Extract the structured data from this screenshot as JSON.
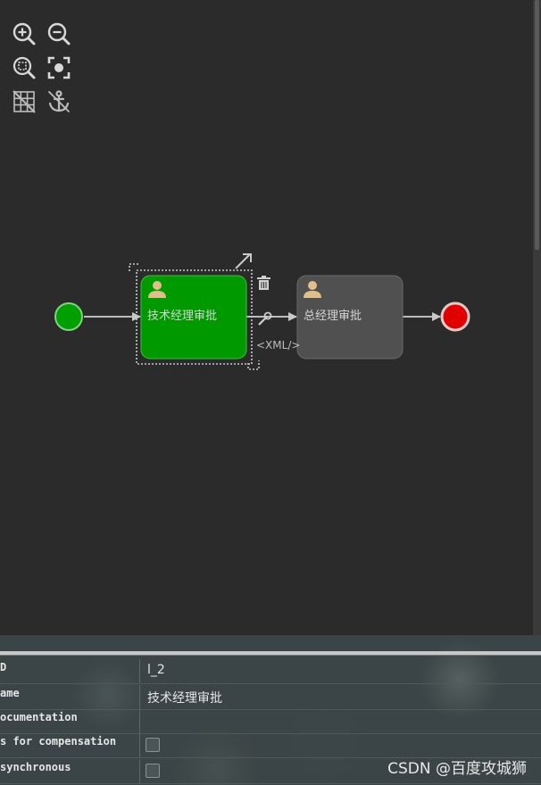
{
  "toolbar": {
    "zoom_in": "zoom-in-icon",
    "zoom_out": "zoom-out-icon",
    "zoom_actual": "zoom-actual-icon",
    "zoom_fit": "zoom-fit-icon",
    "grid": "grid-icon",
    "anchor": "anchor-icon"
  },
  "diagram": {
    "task1": {
      "label": "技术经理审批",
      "fill": "#009a00",
      "selected": true
    },
    "task2": {
      "label": "总经理审批",
      "fill": "#505050"
    },
    "start_event": {
      "color": "#00a000"
    },
    "end_event": {
      "color": "#e00000"
    },
    "xml_label": "<XML/>"
  },
  "properties": {
    "rows": [
      {
        "label": "D",
        "value": "l_2"
      },
      {
        "label": "ame",
        "value": "技术经理审批"
      },
      {
        "label": "ocumentation",
        "value": ""
      },
      {
        "label": "s for compensation",
        "checked": false
      },
      {
        "label": "synchronous",
        "checked": false
      }
    ]
  },
  "watermark": "CSDN @百度攻城狮"
}
